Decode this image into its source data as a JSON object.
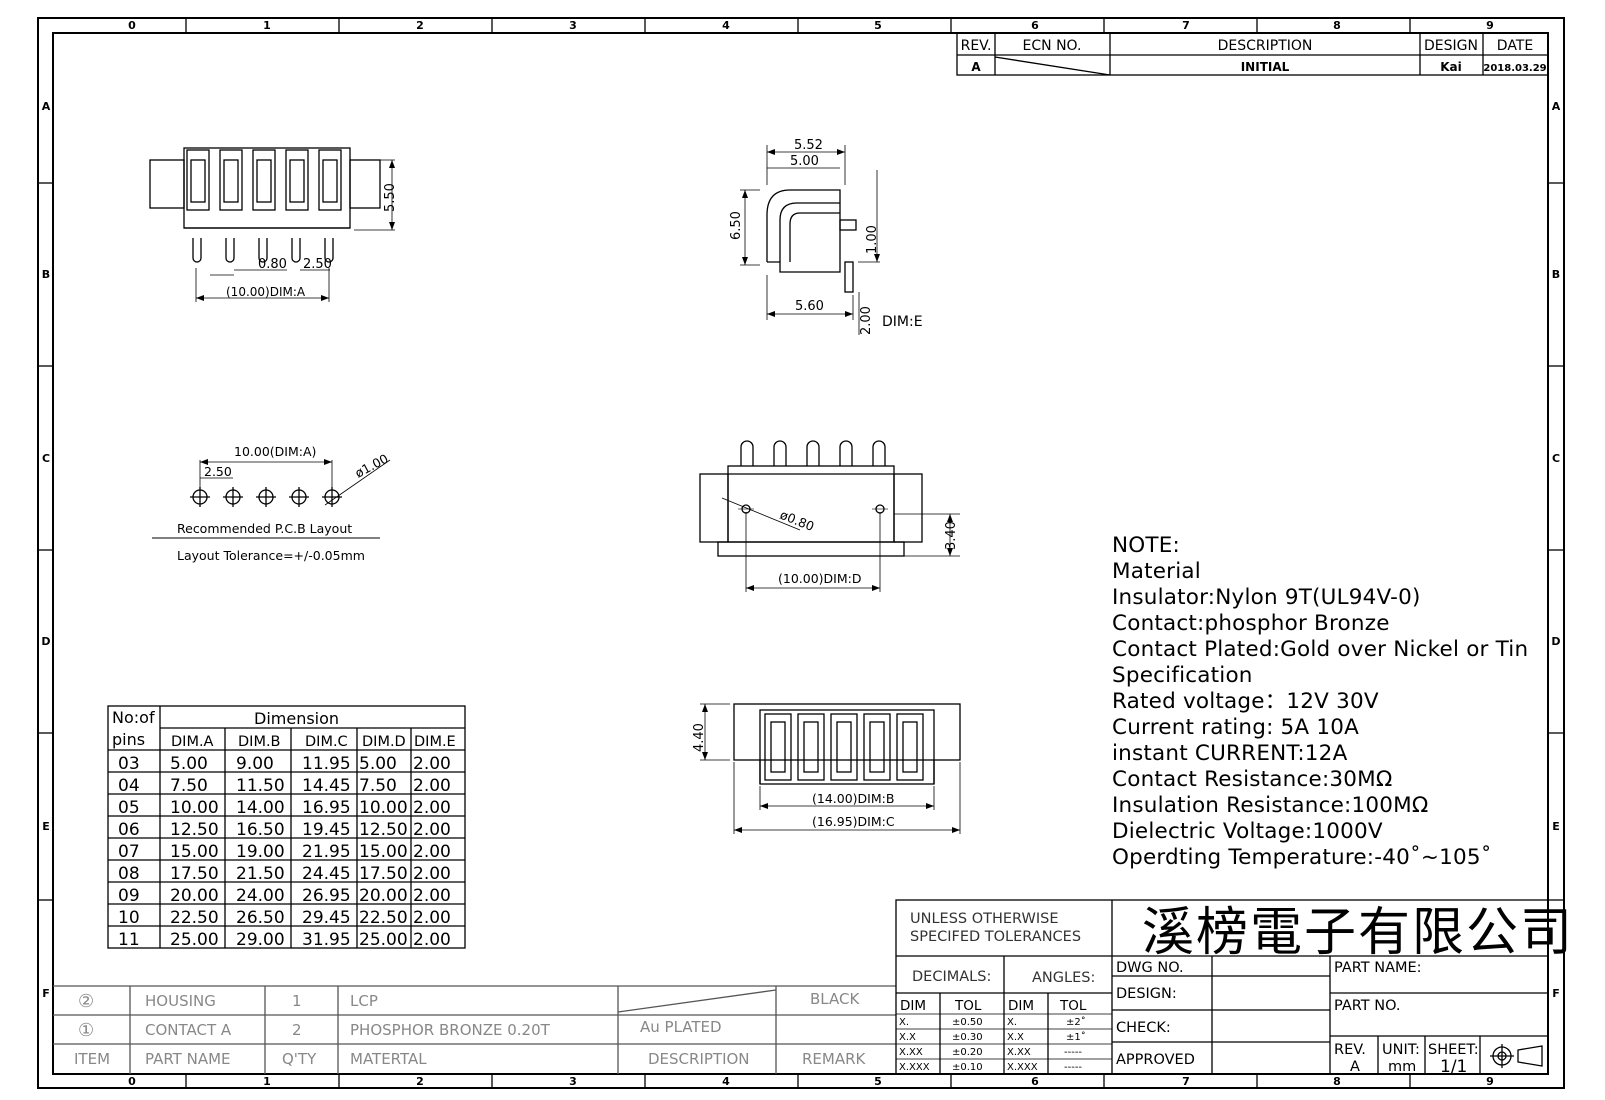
{
  "border": {
    "cols": [
      "0",
      "1",
      "2",
      "3",
      "4",
      "5",
      "6",
      "7",
      "8",
      "9"
    ],
    "rows": [
      "A",
      "B",
      "C",
      "D",
      "E",
      "F"
    ]
  },
  "revision": {
    "headers": [
      "REV.",
      "ECN NO.",
      "DESCRIPTION",
      "DESIGN",
      "DATE"
    ],
    "row": {
      "rev": "A",
      "ecn": "",
      "desc": "INITIAL",
      "design": "Kai",
      "date": "2018.03.29"
    }
  },
  "top_left_view": {
    "dim_height": "5.50",
    "dim_pin": "0.80",
    "dim_pitch": "2.50",
    "dim_a": "(10.00)DIM:A"
  },
  "side_view": {
    "dim_top1": "5.52",
    "dim_top2": "5.00",
    "dim_height": "6.50",
    "dim_pin": "1.00",
    "dim_bottom": "5.60",
    "dim_e": "2.00",
    "label_e": "DIM:E"
  },
  "pcb_layout": {
    "dim_a": "10.00(DIM:A)",
    "pitch": "2.50",
    "hole": "ø1.00",
    "title": "Recommended  P.C.B  Layout",
    "tolerance": "Layout  Tolerance=+/-0.05mm"
  },
  "front_view": {
    "hole": "ø0.80",
    "dim_h": "3.40",
    "dim_d": "(10.00)DIM:D"
  },
  "bottom_view": {
    "dim_h": "4.40",
    "dim_b": "(14.00)DIM:B",
    "dim_c": "(16.95)DIM:C"
  },
  "dimension_table": {
    "header_col1_top": "No:of",
    "header_col1_bottom": "pins",
    "header_group": "Dimension",
    "columns": [
      "DIM.A",
      "DIM.B",
      "DIM.C",
      "DIM.D",
      "DIM.E"
    ],
    "rows": [
      [
        "03",
        "5.00",
        "9.00",
        "11.95",
        "5.00",
        "2.00"
      ],
      [
        "04",
        "7.50",
        "11.50",
        "14.45",
        "7.50",
        "2.00"
      ],
      [
        "05",
        "10.00",
        "14.00",
        "16.95",
        "10.00",
        "2.00"
      ],
      [
        "06",
        "12.50",
        "16.50",
        "19.45",
        "12.50",
        "2.00"
      ],
      [
        "07",
        "15.00",
        "19.00",
        "21.95",
        "15.00",
        "2.00"
      ],
      [
        "08",
        "17.50",
        "21.50",
        "24.45",
        "17.50",
        "2.00"
      ],
      [
        "09",
        "20.00",
        "24.00",
        "26.95",
        "20.00",
        "2.00"
      ],
      [
        "10",
        "22.50",
        "26.50",
        "29.45",
        "22.50",
        "2.00"
      ],
      [
        "11",
        "25.00",
        "29.00",
        "31.95",
        "25.00",
        "2.00"
      ]
    ]
  },
  "notes": [
    "NOTE:",
    "Material",
    "Insulator:Nylon  9T(UL94V-0)",
    "Contact:phosphor  Bronze",
    "Contact  Plated:Gold  over  Nickel  or  Tin",
    "Specification",
    "Rated  voltage：12V  30V",
    " Current  rating:  5A  10A",
    "instant  CURRENT:12A",
    "Contact  Resistance:30MΩ",
    "Insulation  Resistance:100MΩ",
    "Dielectric  Voltage:1000V",
    "Operdting  Temperature:-40˚~105˚"
  ],
  "bom": {
    "rows": [
      {
        "item": "②",
        "name": "HOUSING",
        "qty": "1",
        "material": "LCP",
        "desc": "",
        "remark": "BLACK"
      },
      {
        "item": "①",
        "name": "CONTACT  A",
        "qty": "2",
        "material": "PHOSPHOR  BRONZE  0.20T",
        "desc": "Au  PLATED",
        "remark": ""
      }
    ],
    "header": {
      "item": "ITEM",
      "name": "PART  NAME",
      "qty": "Q'TY",
      "material": "MATERTAL",
      "desc": "DESCRIPTION",
      "remark": "REMARK"
    }
  },
  "title_block": {
    "unless1": "UNLESS  OTHERWISE",
    "unless2": "SPECIFED  TOLERANCES",
    "company": "溪榜電子有限公司",
    "decimals": "DECIMALS:",
    "angles": "ANGLES:",
    "dim": "DIM",
    "tol": "TOL",
    "dec_rows": [
      [
        "X.",
        "±0.50"
      ],
      [
        "X.X",
        "±0.30"
      ],
      [
        "X.XX",
        "±0.20"
      ],
      [
        "X.XXX",
        "±0.10"
      ]
    ],
    "ang_rows": [
      [
        "X.",
        "±2˚"
      ],
      [
        "X.X",
        "±1˚"
      ],
      [
        "X.XX",
        "-----"
      ],
      [
        "X.XXX",
        "-----"
      ]
    ],
    "dwg_no": "DWG  NO.",
    "design": "DESIGN:",
    "check": "CHECK:",
    "approved": "APPROVED",
    "part_name": "PART  NAME:",
    "part_no": "PART  NO.",
    "rev_label": "REV.",
    "rev_val": "A",
    "unit_label": "UNIT:",
    "unit_val": "mm",
    "sheet_label": "SHEET:",
    "sheet_val": "1/1"
  }
}
